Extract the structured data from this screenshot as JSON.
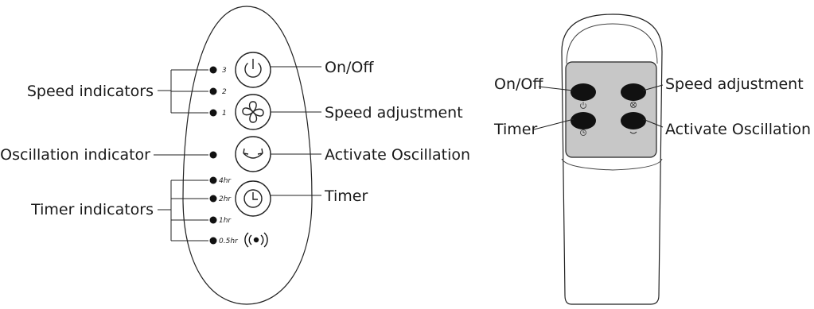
{
  "left_panel": {
    "labels": {
      "speed_indicators": "Speed indicators",
      "oscillation_indicator": "Oscillation indicator",
      "timer_indicators": "Timer indicators",
      "on_off": "On/Off",
      "speed_adjustment": "Speed adjustment",
      "activate_oscillation": "Activate Oscillation",
      "timer": "Timer"
    },
    "speed_levels": [
      "3",
      "2",
      "1"
    ],
    "timer_levels": [
      "4hr",
      "2hr",
      "1hr",
      "0.5hr"
    ]
  },
  "right_panel": {
    "labels": {
      "on_off": "On/Off",
      "timer": "Timer",
      "speed_adjustment": "Speed adjustment",
      "activate_oscillation": "Activate Oscillation"
    }
  },
  "icons": {
    "power": "power-icon",
    "fan": "fan-icon",
    "oscillation": "oscillation-icon",
    "clock": "clock-icon",
    "sound": "sound-icon"
  },
  "colors": {
    "remote_panel": "#c7c7c7",
    "button_dark": "#111111",
    "outline": "#222222"
  }
}
